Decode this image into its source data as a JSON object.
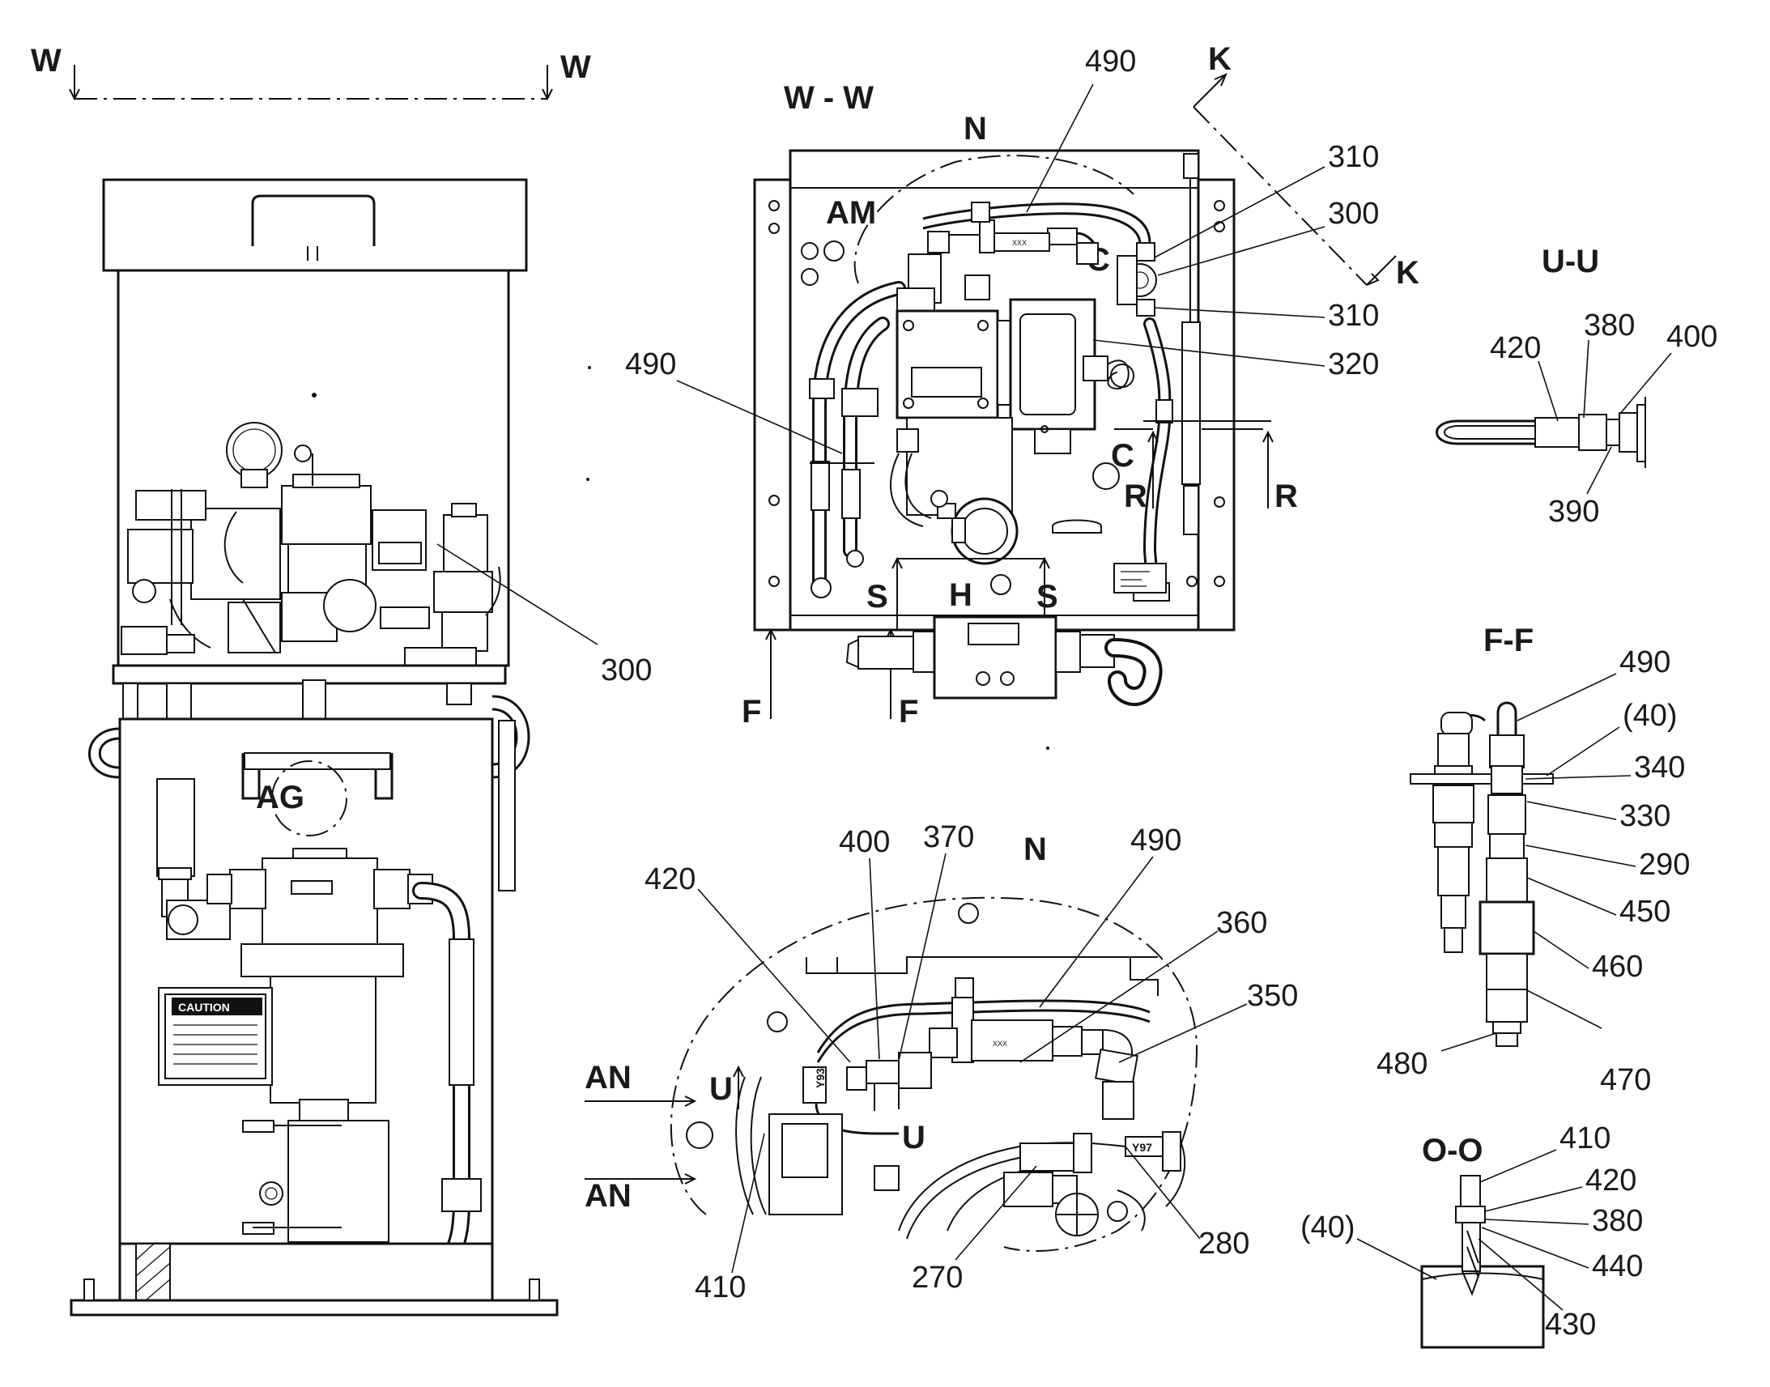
{
  "views": {
    "main_section": "W",
    "ww_title": "W - W",
    "uu_title": "U-U",
    "ff_title": "F-F",
    "oo_title": "O-O"
  },
  "labels": {
    "ww": {
      "n": "N",
      "am": "AM",
      "c_top": "C",
      "c_mid": "C",
      "k_top": "K",
      "k_bot": "K",
      "r_left": "R",
      "r_right": "R",
      "h": "H",
      "s_left": "S",
      "s_right": "S",
      "f_left": "F",
      "f_right": "F",
      "c490_top": "490",
      "c310_top": "310",
      "c300": "300",
      "c310_mid": "310",
      "c320": "320",
      "c490_left": "490",
      "tag": "XXX"
    },
    "main": {
      "ag": "AG",
      "c300": "300",
      "caution": "CAUTION"
    },
    "uu": {
      "c420": "420",
      "c380": "380",
      "c400": "400",
      "c390": "390"
    },
    "ff": {
      "c490": "490",
      "c40": "(40)",
      "c340": "340",
      "c330": "330",
      "c290": "290",
      "c450": "450",
      "c460": "460",
      "c480": "480",
      "c470": "470"
    },
    "detail_n": {
      "n": "N",
      "c420": "420",
      "c400": "400",
      "c370": "370",
      "c490": "490",
      "c360": "360",
      "c350": "350",
      "an_top": "AN",
      "an_bot": "AN",
      "u_top": "U",
      "u_bot": "U",
      "c410": "410",
      "c270": "270",
      "c280": "280",
      "y93": "Y93",
      "y97": "Y97",
      "tag": "XXX"
    },
    "oo": {
      "c410": "410",
      "c420": "420",
      "c380": "380",
      "c40": "(40)",
      "c440": "440",
      "c430": "430"
    }
  }
}
